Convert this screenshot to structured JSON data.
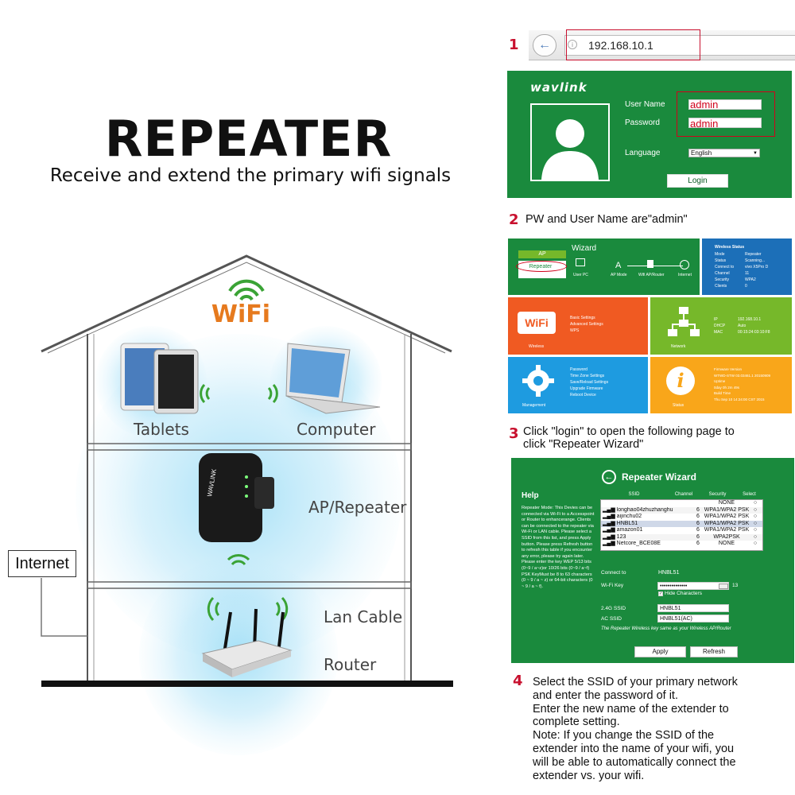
{
  "left": {
    "title": "REPEATER",
    "subtitle": "Receive and extend the primary wifi signals",
    "wifi_logo": "WiFi",
    "labels": {
      "tablets": "Tablets",
      "computer": "Computer",
      "repeater": "AP/Repeater",
      "internet": "Internet",
      "lan_cable": "Lan Cable",
      "router": "Router"
    },
    "device_brand": "WAVLINK"
  },
  "steps": {
    "s1_num": "1",
    "s2_num": "2",
    "s2_text": "PW and User Name are\"admin\"",
    "s3_num": "3",
    "s3_line1": "Click \"login\" to open the following page to",
    "s3_line2": "click \"Repeater Wizard\"",
    "s4_num": "4",
    "s4_lines": [
      "Select the SSID of your primary network",
      "and enter the password of it.",
      "Enter the new name of the extender to",
      "complete setting.",
      "Note: If you change the SSID of the",
      "extender into the name of your wifi, you",
      "will be able to automatically connect the",
      "extender vs. your wifi."
    ]
  },
  "browser": {
    "url": "192.168.10.1"
  },
  "login": {
    "brand": "wavlink",
    "username_label": "User Name",
    "password_label": "Password",
    "language_label": "Language",
    "username_value": "admin",
    "password_value": "admin",
    "language_value": "English",
    "login_button": "Login"
  },
  "dashboard": {
    "wizard_title": "Wizard",
    "ap_label": "AP",
    "repeater_label": "Repeater",
    "user_pc": "User PC",
    "ap_mode": "AP Mode",
    "wifi_ap_router": "Wifi AP/Router",
    "internet": "Internet",
    "status_title": "Wireless Status",
    "status_rows": [
      [
        "Mode",
        "Repeater"
      ],
      [
        "Status",
        "Scanning..."
      ],
      [
        "Connect to",
        "vivo X5Pro D"
      ],
      [
        "Channel",
        "11"
      ],
      [
        "Security",
        "WPA2"
      ],
      [
        "Clients",
        "0"
      ]
    ],
    "wireless_items": [
      "Basic Settings",
      "Advanced Settings",
      "WPS"
    ],
    "wireless_label": "Wireless",
    "network_rows": [
      [
        "IP",
        "192.168.10.1"
      ],
      [
        "DHCP",
        "Auto"
      ],
      [
        "MAC",
        "00:15:24:03:10:F8"
      ]
    ],
    "network_label": "Network",
    "mgmt_items": [
      "Password",
      "Time Zone Settings",
      "Save/Reload Settings",
      "Upgrade Firmware",
      "Reboot Device"
    ],
    "mgmt_label": "Management",
    "status_info": [
      "Firmware Version",
      "WTWD-STW 03.03461.1 20150909",
      "Uptime",
      "0day 0h 2m 49s",
      "Build Time",
      "Thu Sep 10 14:24:00 CST 2015"
    ],
    "status_label": "Status"
  },
  "wizard": {
    "title": "Repeater Wizard",
    "help_title": "Help",
    "help_text": "Repeater Mode: This Devies can be connected via Wi-Fi to a Accesspoint or Router to enhancerange. Clients can be connected to the repeater via Wi-Fi or LAN cable. Please select a SSID from this list, and press Apply button. Please press Refresh button to refresh this table if you encounter any error, please try again later. Please enter the key WEP 5/13 bits (0~9 / a~z)or 10/26 bits (0~9 / a~f) PSK KeyMust be 8 to 63 characters (0 ~ 9 / a ~ z) or 64-bit characters (0 ~ 9 / a ~ f).",
    "columns": [
      "SSID",
      "Channel",
      "Security",
      "Select"
    ],
    "rows": [
      [
        "",
        "",
        "NONE"
      ],
      [
        "longhao04zhuzhanghu",
        "6",
        "WPA1/WPA2 PSK"
      ],
      [
        "aijinchu02",
        "6",
        "WPA1/WPA2 PSK"
      ],
      [
        "HNBL51",
        "6",
        "WPA1/WPA2 PSK"
      ],
      [
        "amazon01",
        "6",
        "WPA1/WPA2 PSK"
      ],
      [
        "123",
        "6",
        "WPA2PSK"
      ],
      [
        "Netcore_BCE08E",
        "6",
        "NONE"
      ]
    ],
    "connect_to_label": "Connect to",
    "connect_to_value": "HNBL51",
    "wifi_key_label": "Wi-Fi Key",
    "wifi_key_value": "••••••••••••••",
    "key_count": "13",
    "hide_chars": "Hide Characters",
    "ssid24_label": "2.4G SSID",
    "ssid24_value": "HNBL51",
    "ac_ssid_label": "AC SSID",
    "ac_ssid_value": "HNBL51(AC)",
    "note": "The Repeater Wireless key same as your Wireless AP/Router",
    "apply": "Apply",
    "refresh": "Refresh"
  },
  "colors": {
    "accent_red": "#c8102e",
    "panel_green": "#1a8a3d",
    "tile_blue": "#1c6fb8",
    "tile_orange": "#f05a22",
    "tile_lightgreen": "#76b82a",
    "tile_sky": "#1e9be0",
    "tile_yellow": "#f9a61a",
    "signal_glow": "#5ec8f0"
  }
}
